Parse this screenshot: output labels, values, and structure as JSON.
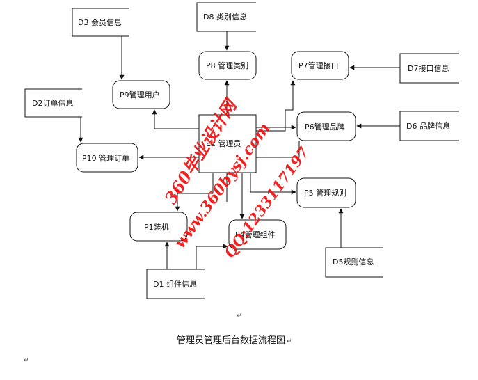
{
  "diagram": {
    "caption": "管理员管理后台数据流程图",
    "return_mark": "↵",
    "entity": "E2 管理员",
    "processes": {
      "p1": "P1装机",
      "p4": "P4管理组件",
      "p5": "P5 管理规则",
      "p6": "P6管理品牌",
      "p7": "P7管理接口",
      "p8": "P8 管理类别",
      "p9": "P9管理用户",
      "p10": "P10 管理订单"
    },
    "stores": {
      "d1": "D1 组件信息",
      "d2": "D2订单信息",
      "d3": "D3 会员信息",
      "d5": "D5规则信息",
      "d6": "D6 品牌信息",
      "d7": "D7接口信息",
      "d8": "D8 类别信息"
    },
    "watermark": {
      "line1": "360毕业设计网",
      "line2": "www.360bysj.com",
      "line3": "QQ:1233117197"
    }
  },
  "colors": {
    "line": "#111111",
    "watermark": "#ee1111"
  }
}
